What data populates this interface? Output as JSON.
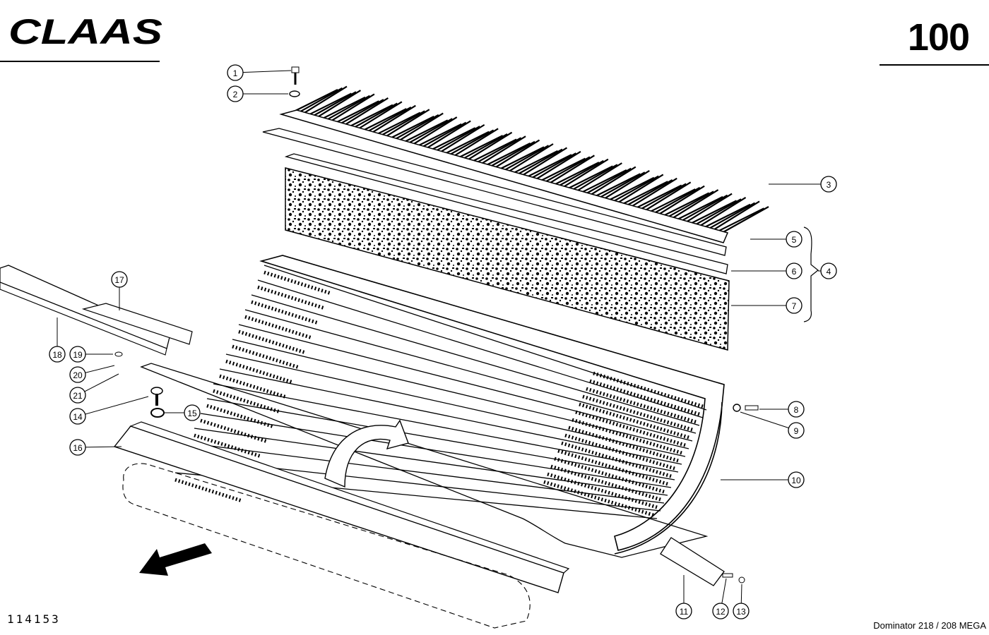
{
  "header": {
    "brand": "CLAAS",
    "page_number": "100"
  },
  "footer": {
    "drawing_number": "114153",
    "model": "Dominator 218 / 208 MEGA"
  },
  "callouts": [
    "1",
    "2",
    "3",
    "4",
    "5",
    "6",
    "7",
    "8",
    "9",
    "10",
    "11",
    "12",
    "13",
    "14",
    "15",
    "16",
    "17",
    "18",
    "19",
    "20",
    "21"
  ],
  "colors": {
    "ink": "#000000",
    "paper": "#ffffff"
  }
}
